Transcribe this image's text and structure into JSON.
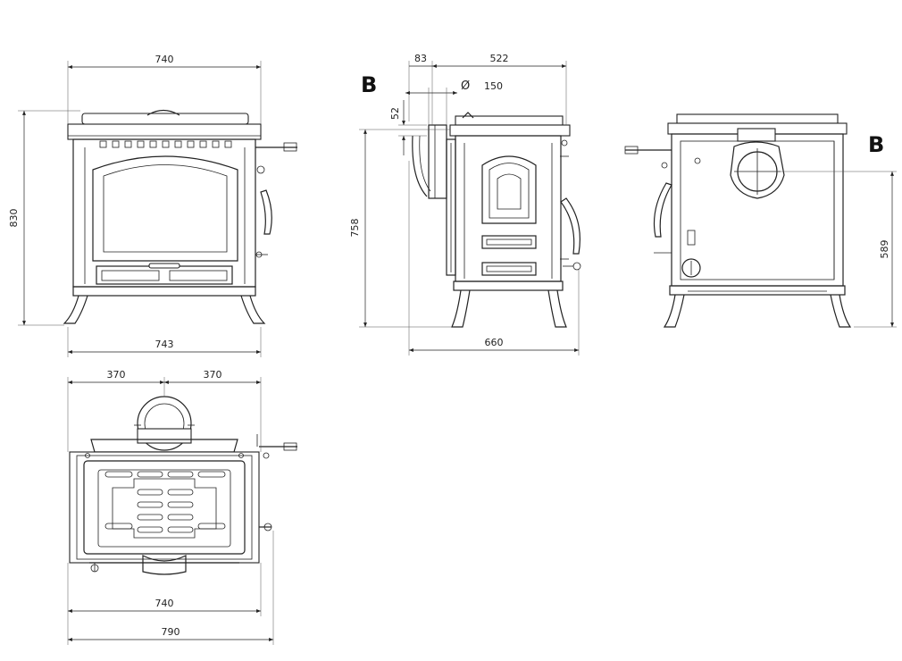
{
  "labels": {
    "section_mark_left": "B",
    "section_mark_right": "B"
  },
  "dimensions": {
    "front_top_width": "740",
    "front_height": "830",
    "front_bottom_width": "743",
    "side_flue_offset": "83",
    "side_body_depth": "522",
    "flue_diameter_symbol": "Ø",
    "flue_diameter": "150",
    "flue_height_offset": "52",
    "side_height": "758",
    "side_total_depth": "660",
    "back_flue_height": "589",
    "top_half_left": "370",
    "top_half_right": "370",
    "top_width": "740",
    "top_total_width": "790"
  },
  "colors": {
    "line": "#222222",
    "background": "#ffffff"
  }
}
